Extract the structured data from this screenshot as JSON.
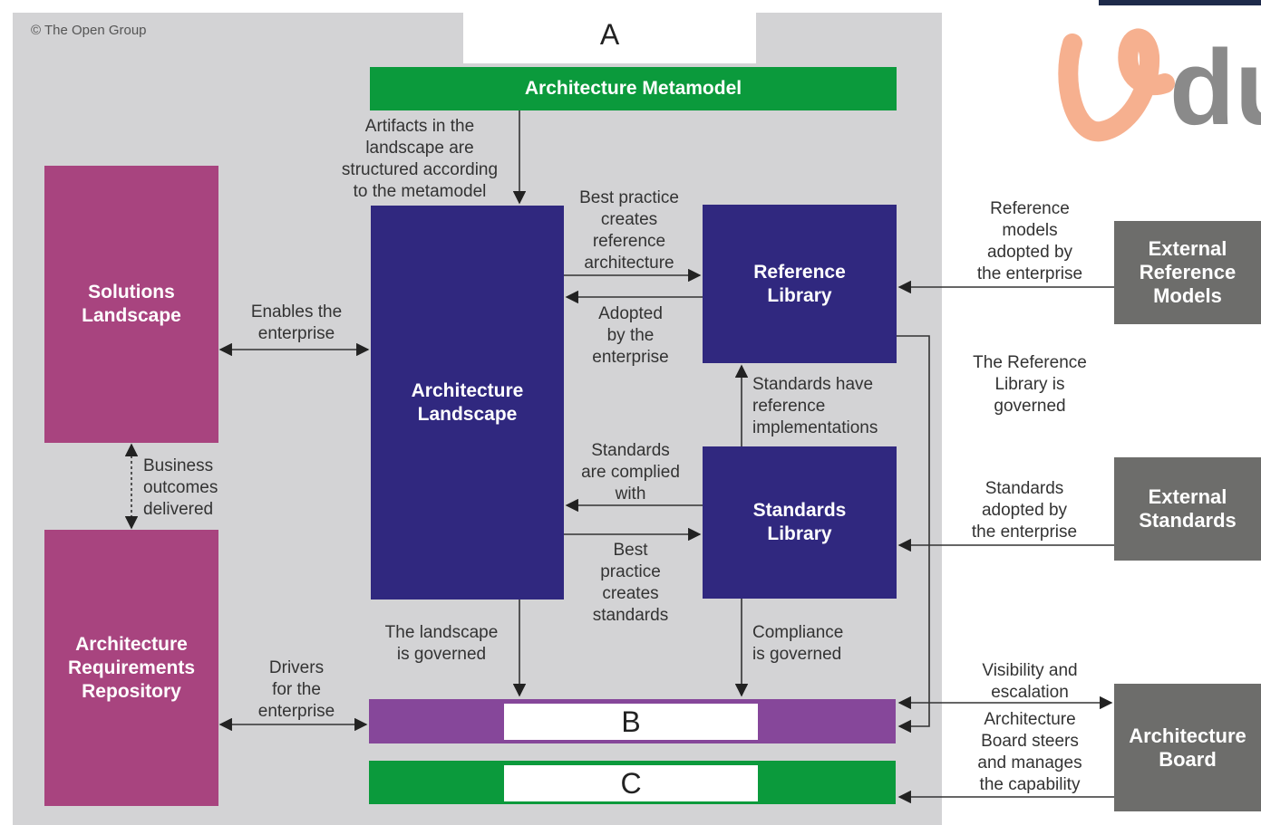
{
  "copyright": "© The Open Group",
  "letters": {
    "a": "A",
    "b": "B",
    "c": "C"
  },
  "boxes": {
    "metamodel": "Architecture Metamodel",
    "solutions": "Solutions\nLandscape",
    "requirements": "Architecture\nRequirements\nRepository",
    "landscape": "Architecture\nLandscape",
    "reference_library": "Reference\nLibrary",
    "standards_library": "Standards\nLibrary",
    "ext_reference": "External\nReference\nModels",
    "ext_standards": "External\nStandards",
    "arch_board": "Architecture\nBoard"
  },
  "labels": {
    "artifacts": "Artifacts in the\nlandscape are\nstructured according\nto the metamodel",
    "enables": "Enables the\nenterprise",
    "business": "Business\noutcomes\ndelivered",
    "drivers": "Drivers\nfor the\nenterprise",
    "bp_ref_arch": "Best practice\ncreates\nreference\narchitecture",
    "adopted": "Adopted\nby the\nenterprise",
    "standards_ref": "Standards have\nreference\nimplementations",
    "complied": "Standards\nare complied\nwith",
    "bp_standards": "Best\npractice\ncreates\nstandards",
    "landscape_gov": "The landscape\nis governed",
    "compliance_gov": "Compliance\nis governed",
    "ref_models": "Reference\nmodels\nadopted by\nthe enterprise",
    "ref_lib_gov": "The Reference\nLibrary is\ngoverned",
    "std_adopted": "Standards\nadopted by\nthe enterprise",
    "visibility": "Visibility and\nescalation",
    "board_steers": "Architecture\nBoard steers\nand manages\nthe capability"
  },
  "logo": {
    "text": "du",
    "colors": {
      "accent": "#f6b08f",
      "grey": "#8a8a8a"
    }
  },
  "colors": {
    "magenta": "#a8447f",
    "navy": "#30287f",
    "green": "#0b9a3c",
    "purple": "#86479a",
    "grey": "#6d6d6b",
    "panel": "#d3d3d5"
  }
}
